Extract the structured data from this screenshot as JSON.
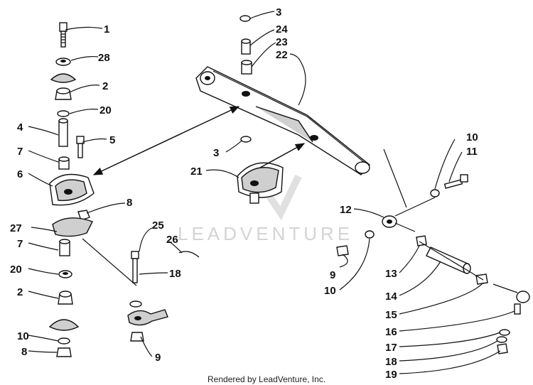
{
  "diagram": {
    "watermark": "LEADVENTURE",
    "footer": "Rendered by LeadVenture, Inc.",
    "callouts": [
      "1",
      "28",
      "2",
      "20",
      "4",
      "7",
      "5",
      "6",
      "8",
      "27",
      "7",
      "20",
      "2",
      "10",
      "8",
      "25",
      "26",
      "18",
      "9",
      "3",
      "24",
      "23",
      "22",
      "3",
      "21",
      "10",
      "11",
      "12",
      "9",
      "10",
      "13",
      "14",
      "15",
      "16",
      "17",
      "18",
      "19"
    ]
  }
}
